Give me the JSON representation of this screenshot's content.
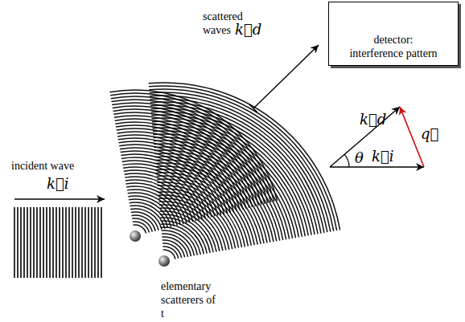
{
  "diagram": {
    "nodes": [
      {
        "text": [
          "detector: interference pattern"
        ]
      }
    ],
    "labels": [
      "scattered waves",
      "k⃗d",
      "incident wave",
      "k⃗i",
      "elementary scatterers of t",
      "k⃗d",
      "θ",
      "q⃗",
      "k⃗i"
    ]
  }
}
